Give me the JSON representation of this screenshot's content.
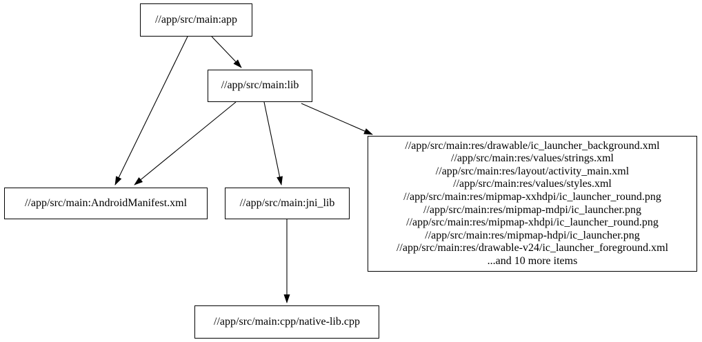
{
  "graph": {
    "title": "bazel-build-dependency-graph",
    "colors": {
      "background": "#ffffff",
      "node_fill": "#ffffff",
      "node_border": "#000000",
      "edge": "#000000",
      "text": "#000000"
    },
    "nodes": {
      "app": {
        "label": "//app/src/main:app"
      },
      "lib": {
        "label": "//app/src/main:lib"
      },
      "android_manifest": {
        "label": "//app/src/main:AndroidManifest.xml"
      },
      "jni_lib": {
        "label": "//app/src/main:jni_lib"
      },
      "native_lib": {
        "label": "//app/src/main:cpp/native-lib.cpp"
      },
      "res_group": {
        "lines": [
          "//app/src/main:res/drawable/ic_launcher_background.xml",
          "//app/src/main:res/values/strings.xml",
          "//app/src/main:res/layout/activity_main.xml",
          "//app/src/main:res/values/styles.xml",
          "//app/src/main:res/mipmap-xxhdpi/ic_launcher_round.png",
          "//app/src/main:res/mipmap-mdpi/ic_launcher.png",
          "//app/src/main:res/mipmap-xhdpi/ic_launcher_round.png",
          "//app/src/main:res/mipmap-hdpi/ic_launcher.png",
          "//app/src/main:res/drawable-v24/ic_launcher_foreground.xml",
          "...and 10 more items"
        ]
      }
    },
    "edges": [
      {
        "from": "app",
        "to": "lib"
      },
      {
        "from": "app",
        "to": "android_manifest"
      },
      {
        "from": "lib",
        "to": "android_manifest"
      },
      {
        "from": "lib",
        "to": "jni_lib"
      },
      {
        "from": "lib",
        "to": "res_group"
      },
      {
        "from": "jni_lib",
        "to": "native_lib"
      }
    ]
  }
}
